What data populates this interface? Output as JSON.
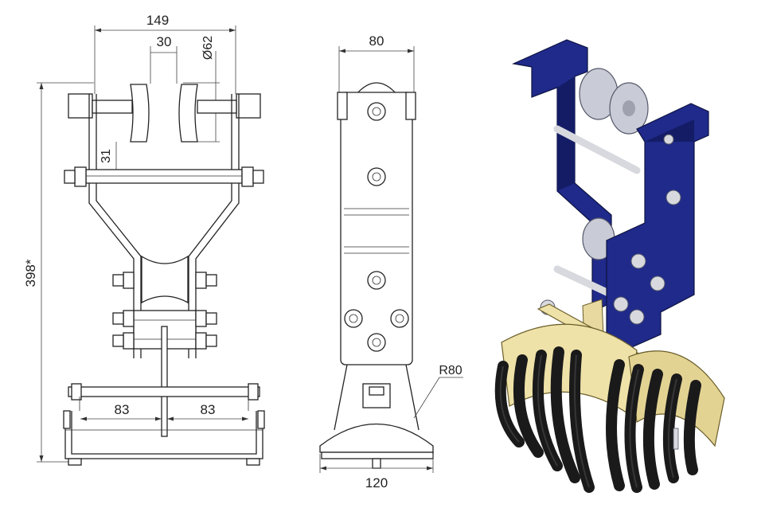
{
  "front_view": {
    "dim_overall_width": "149",
    "dim_roller_gap": "30",
    "dim_roller_diameter": "Ø62",
    "dim_roller_offset": "31",
    "dim_total_height": "398*",
    "dim_left_half": "83",
    "dim_right_half": "83"
  },
  "side_view": {
    "dim_top_width": "80",
    "dim_base_width": "120",
    "dim_radius": "R80"
  },
  "render_colors": {
    "bracket": "#1f2a8a",
    "bracket_shade": "#141c66",
    "roller": "#c9ccd6",
    "saddle": "#efe2a8",
    "cable": "#1a1a1a",
    "bolt": "#d7d9de"
  },
  "render_icons": [
    "trolley-bracket",
    "guide-roller",
    "cable-saddle",
    "hex-bolt"
  ]
}
